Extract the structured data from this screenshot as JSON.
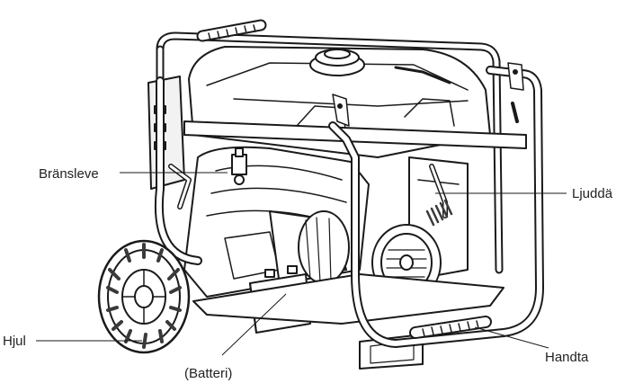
{
  "labels": {
    "fuel_valve": "Bränsleve",
    "muffler": "Ljuddä",
    "wheel": "Hjul",
    "battery": "(Batteri)",
    "handle": "Handta"
  },
  "colors": {
    "line": "#1a1a1a",
    "fill": "#ffffff",
    "shade": "#3a3a3a"
  }
}
